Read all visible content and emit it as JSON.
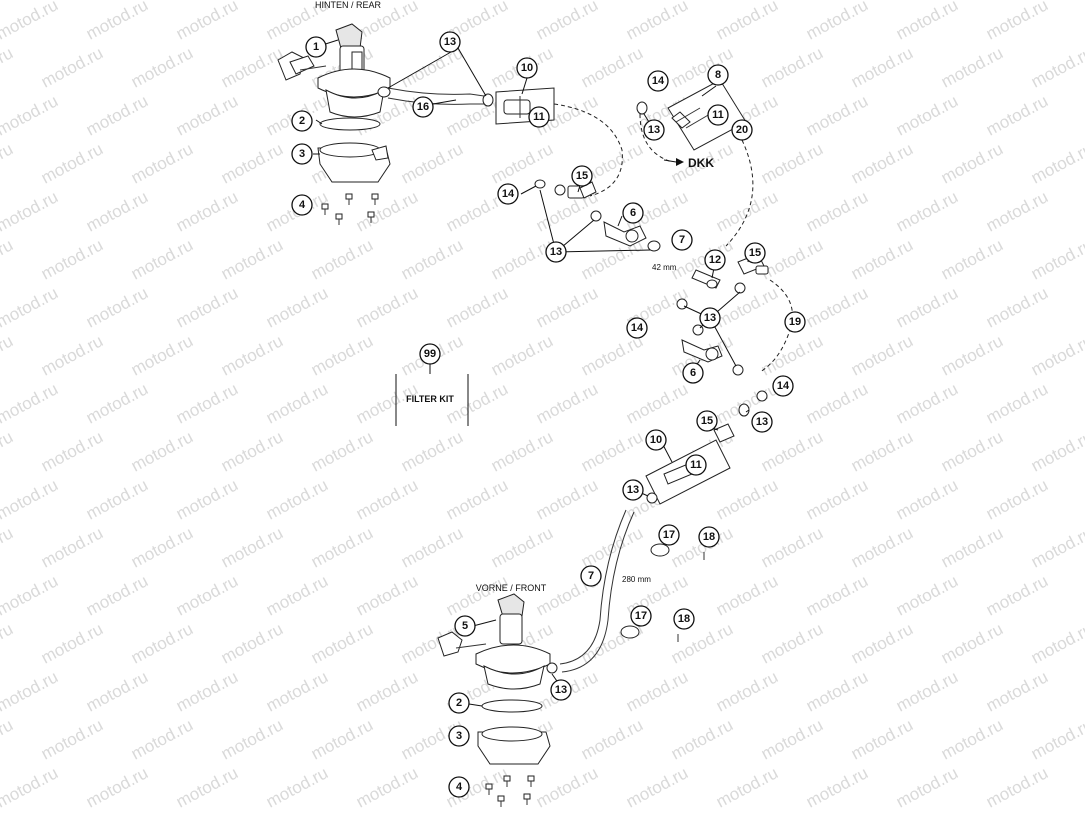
{
  "labels": {
    "rear": "HINTEN / REAR",
    "front": "VORNE / FRONT",
    "dkk": "DKK",
    "filter_kit": "FILTER KIT",
    "len_42": "42 mm",
    "len_280": "280 mm"
  },
  "watermark": "motod.ru",
  "callouts": {
    "c1": "1",
    "c2": "2",
    "c3": "3",
    "c4": "4",
    "c5": "5",
    "c6": "6",
    "c7": "7",
    "c8": "8",
    "c10": "10",
    "c11": "11",
    "c12": "12",
    "c13": "13",
    "c14": "14",
    "c15": "15",
    "c16": "16",
    "c17": "17",
    "c18": "18",
    "c19": "19",
    "c20": "20",
    "c99": "99"
  },
  "colors": {
    "ink": "#111111",
    "watermark": "#d9d9d9",
    "background": "#ffffff"
  }
}
